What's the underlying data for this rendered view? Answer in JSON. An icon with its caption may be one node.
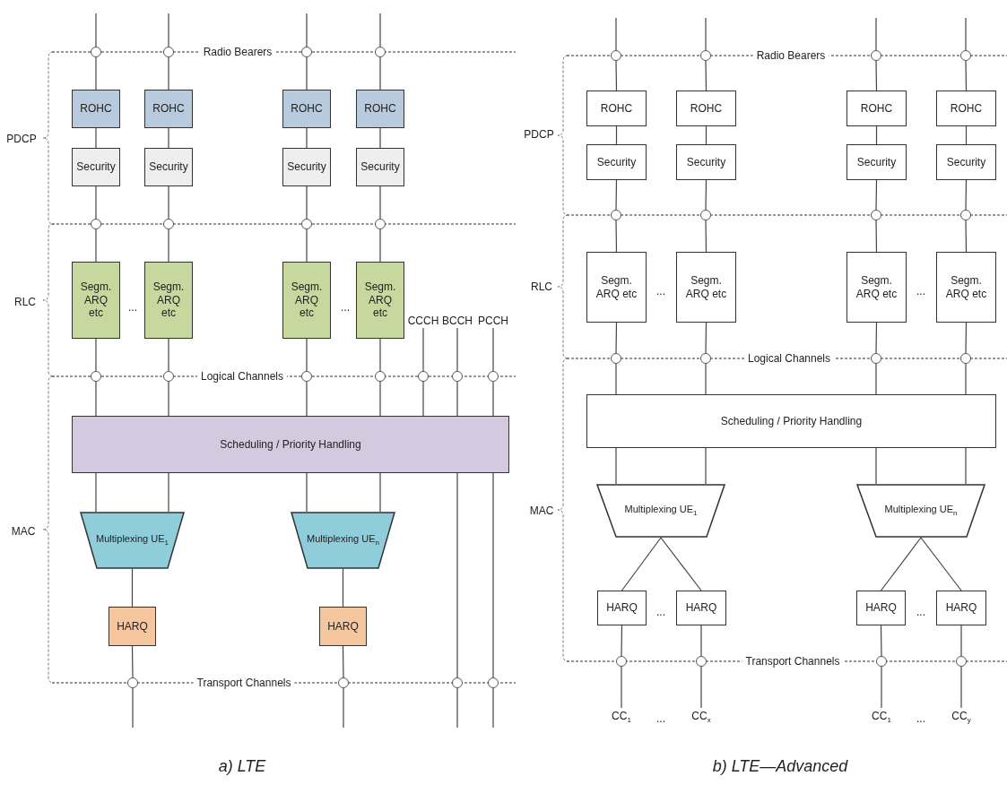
{
  "diagram": {
    "nodes": [
      {
        "text": [],
        "shape": "circle"
      },
      {
        "text": [],
        "shape": "circle"
      },
      {
        "text": [],
        "shape": "circle"
      },
      {
        "text": [],
        "shape": "circle"
      },
      {
        "text": [
          "ROHC"
        ]
      },
      {
        "text": [
          "ROHC"
        ]
      },
      {
        "text": [
          "ROHC"
        ]
      },
      {
        "text": [
          "ROHC"
        ]
      },
      {
        "text": [
          "Security"
        ]
      },
      {
        "text": [
          "Security"
        ]
      },
      {
        "text": [
          "Security"
        ]
      },
      {
        "text": [
          "Security"
        ]
      },
      {
        "text": [],
        "shape": "circle"
      },
      {
        "text": [],
        "shape": "circle"
      },
      {
        "text": [],
        "shape": "circle"
      },
      {
        "text": [],
        "shape": "circle"
      },
      {
        "text": [
          "Segm. ARQ etc"
        ]
      },
      {
        "text": [
          "Segm. ARQ etc"
        ]
      },
      {
        "text": [
          "Segm. ARQ etc"
        ]
      },
      {
        "text": [
          "Segm. ARQ etc"
        ]
      },
      {
        "text": [
          "CCCH"
        ]
      },
      {
        "text": [
          "BCCH"
        ]
      },
      {
        "text": [
          "PCCH"
        ]
      },
      {
        "text": [],
        "shape": "circle"
      },
      {
        "text": [],
        "shape": "circle"
      },
      {
        "text": [],
        "shape": "circle"
      },
      {
        "text": [],
        "shape": "circle"
      },
      {
        "text": [],
        "shape": "circle"
      },
      {
        "text": [],
        "shape": "circle"
      },
      {
        "text": [],
        "shape": "circle"
      },
      {
        "text": [
          "Scheduling / Priority Handling"
        ]
      },
      {
        "text": [
          "Multiplexing UE$_{1}$"
        ]
      },
      {
        "text": [
          "Multiplexing UE$_{n}$"
        ]
      },
      {
        "text": [
          "HARQ"
        ]
      },
      {
        "text": [
          "HARQ"
        ]
      },
      {
        "text": [],
        "shape": "circle"
      },
      {
        "text": [],
        "shape": "circle"
      },
      {
        "text": [],
        "shape": "circle"
      },
      {
        "text": [],
        "shape": "circle"
      },
      {
        "text": [],
        "shape": "circle"
      },
      {
        "text": [],
        "shape": "circle"
      },
      {
        "text": [],
        "shape": "circle"
      },
      {
        "text": [],
        "shape": "circle"
      },
      {
        "text": [
          "ROHC"
        ]
      },
      {
        "text": [
          "ROHC"
        ]
      },
      {
        "text": [
          "ROHC"
        ]
      },
      {
        "text": [
          "ROHC"
        ]
      },
      {
        "text": [
          "Security"
        ]
      },
      {
        "text": [
          "Security"
        ]
      },
      {
        "text": [
          "Security"
        ]
      },
      {
        "text": [
          "Security"
        ]
      },
      {
        "text": [],
        "shape": "circle"
      },
      {
        "text": [],
        "shape": "circle"
      },
      {
        "text": [],
        "shape": "circle"
      },
      {
        "text": [],
        "shape": "circle"
      },
      {
        "text": [
          "Segm. ARQ etc"
        ]
      },
      {
        "text": [
          "Segm. ARQ etc"
        ]
      },
      {
        "text": [
          "Segm. ARQ etc"
        ]
      },
      {
        "text": [
          "Segm. ARQ etc"
        ]
      },
      {
        "text": [],
        "shape": "circle"
      },
      {
        "text": [],
        "shape": "circle"
      },
      {
        "text": [],
        "shape": "circle"
      },
      {
        "text": [],
        "shape": "circle"
      },
      {
        "text": [
          "Scheduling / Priority Handling"
        ]
      },
      {
        "text": [
          "Multiplexing UE$_{1}$"
        ]
      },
      {
        "text": [
          "Multiplexing UE$_{n}$"
        ]
      },
      {
        "text": [
          "HARQ"
        ]
      },
      {
        "text": [
          "HARQ"
        ]
      },
      {
        "text": [
          "HARQ"
        ]
      },
      {
        "text": [
          "HARQ"
        ]
      },
      {
        "text": [],
        "shape": "circle"
      },
      {
        "text": [],
        "shape": "circle"
      },
      {
        "text": [],
        "shape": "circle"
      },
      {
        "text": [],
        "shape": "circle"
      },
      {
        "text": [
          "CC$_{1}$"
        ]
      },
      {
        "text": [
          "CC$_{x}$"
        ]
      },
      {
        "text": [
          "CC$_{1}$"
        ]
      },
      {
        "text": [
          "CC$_{y}$"
        ]
      }
    ],
    "edges": [
      {
        "from": null,
        "to": 0,
        "arrow": "none"
      },
      {
        "from": 0,
        "to": 4,
        "arrow": "none"
      },
      {
        "from": 4,
        "to": 8,
        "arrow": "none"
      },
      {
        "from": 8,
        "to": 12,
        "arrow": "none"
      },
      {
        "from": 12,
        "to": 16,
        "arrow": "none"
      },
      {
        "from": 16,
        "to": 23,
        "arrow": "none"
      },
      {
        "from": 23,
        "to": 30,
        "arrow": "none"
      },
      {
        "from": null,
        "to": 1,
        "arrow": "none"
      },
      {
        "from": 1,
        "to": 5,
        "arrow": "none"
      },
      {
        "from": 5,
        "to": 9,
        "arrow": "none"
      },
      {
        "from": 9,
        "to": 13,
        "arrow": "none"
      },
      {
        "from": 13,
        "to": 17,
        "arrow": "none"
      },
      {
        "from": 17,
        "to": 24,
        "arrow": "none"
      },
      {
        "from": 24,
        "to": 30,
        "arrow": "none"
      },
      {
        "from": null,
        "to": 2,
        "arrow": "none"
      },
      {
        "from": 2,
        "to": 6,
        "arrow": "none"
      },
      {
        "from": 6,
        "to": 10,
        "arrow": "none"
      },
      {
        "from": 10,
        "to": 14,
        "arrow": "none"
      },
      {
        "from": 14,
        "to": 18,
        "arrow": "none"
      },
      {
        "from": 18,
        "to": 25,
        "arrow": "none"
      },
      {
        "from": 25,
        "to": 30,
        "arrow": "none"
      },
      {
        "from": null,
        "to": 3,
        "arrow": "none"
      },
      {
        "from": 3,
        "to": 7,
        "arrow": "none"
      },
      {
        "from": 7,
        "to": 11,
        "arrow": "none"
      },
      {
        "from": 11,
        "to": 15,
        "arrow": "none"
      },
      {
        "from": 15,
        "to": 19,
        "arrow": "none"
      },
      {
        "from": 19,
        "to": 26,
        "arrow": "none"
      },
      {
        "from": 26,
        "to": 30,
        "arrow": "none"
      },
      {
        "from": 20,
        "to": 27,
        "arrow": "none"
      },
      {
        "from": 21,
        "to": 28,
        "arrow": "none"
      },
      {
        "from": 22,
        "to": 29,
        "arrow": "none"
      },
      {
        "from": 27,
        "to": 30,
        "arrow": "none"
      },
      {
        "from": 28,
        "to": 30,
        "arrow": "none"
      },
      {
        "from": 29,
        "to": 30,
        "arrow": "none"
      },
      {
        "from": 30,
        "to": 31,
        "arrow": "none"
      },
      {
        "from": 30,
        "to": 31,
        "arrow": "none"
      },
      {
        "from": 30,
        "to": 32,
        "arrow": "none"
      },
      {
        "from": 30,
        "to": 32,
        "arrow": "none"
      },
      {
        "from": 31,
        "to": 33,
        "arrow": "none"
      },
      {
        "from": 32,
        "to": 34,
        "arrow": "none"
      },
      {
        "from": 33,
        "to": 35,
        "arrow": "none"
      },
      {
        "from": 34,
        "to": 36,
        "arrow": "none"
      },
      {
        "from": 30,
        "to": 37,
        "arrow": "none"
      },
      {
        "from": 30,
        "to": 38,
        "arrow": "none"
      },
      {
        "from": 35,
        "to": null,
        "arrow": "none"
      },
      {
        "from": 36,
        "to": null,
        "arrow": "none"
      },
      {
        "from": 37,
        "to": null,
        "arrow": "none"
      },
      {
        "from": 38,
        "to": null,
        "arrow": "none"
      },
      {
        "from": null,
        "to": 39,
        "arrow": "none"
      },
      {
        "from": 39,
        "to": 43,
        "arrow": "none"
      },
      {
        "from": 43,
        "to": 47,
        "arrow": "none"
      },
      {
        "from": 47,
        "to": 51,
        "arrow": "none"
      },
      {
        "from": 51,
        "to": 55,
        "arrow": "none"
      },
      {
        "from": 55,
        "to": 59,
        "arrow": "none"
      },
      {
        "from": 59,
        "to": 63,
        "arrow": "none"
      },
      {
        "from": null,
        "to": 40,
        "arrow": "none"
      },
      {
        "from": 40,
        "to": 44,
        "arrow": "none"
      },
      {
        "from": 44,
        "to": 48,
        "arrow": "none"
      },
      {
        "from": 48,
        "to": 52,
        "arrow": "none"
      },
      {
        "from": 52,
        "to": 56,
        "arrow": "none"
      },
      {
        "from": 56,
        "to": 60,
        "arrow": "none"
      },
      {
        "from": 60,
        "to": 63,
        "arrow": "none"
      },
      {
        "from": null,
        "to": 41,
        "arrow": "none"
      },
      {
        "from": 41,
        "to": 45,
        "arrow": "none"
      },
      {
        "from": 45,
        "to": 49,
        "arrow": "none"
      },
      {
        "from": 49,
        "to": 53,
        "arrow": "none"
      },
      {
        "from": 53,
        "to": 57,
        "arrow": "none"
      },
      {
        "from": 57,
        "to": 61,
        "arrow": "none"
      },
      {
        "from": 61,
        "to": 63,
        "arrow": "none"
      },
      {
        "from": null,
        "to": 42,
        "arrow": "none"
      },
      {
        "from": 42,
        "to": 46,
        "arrow": "none"
      },
      {
        "from": 46,
        "to": 50,
        "arrow": "none"
      },
      {
        "from": 50,
        "to": 54,
        "arrow": "none"
      },
      {
        "from": 54,
        "to": 58,
        "arrow": "none"
      },
      {
        "from": 58,
        "to": 62,
        "arrow": "none"
      },
      {
        "from": 62,
        "to": 63,
        "arrow": "none"
      },
      {
        "from": 63,
        "to": 64,
        "arrow": "none"
      },
      {
        "from": 63,
        "to": 64,
        "arrow": "none"
      },
      {
        "from": 63,
        "to": 65,
        "arrow": "none"
      },
      {
        "from": 63,
        "to": 65,
        "arrow": "none"
      },
      {
        "from": 64,
        "to": 66,
        "arrow": "none"
      },
      {
        "from": 64,
        "to": 67,
        "arrow": "none"
      },
      {
        "from": 65,
        "to": 68,
        "arrow": "none"
      },
      {
        "from": 65,
        "to": 69,
        "arrow": "none"
      },
      {
        "from": 66,
        "to": 70,
        "arrow": "none"
      },
      {
        "from": 67,
        "to": 71,
        "arrow": "none"
      },
      {
        "from": 68,
        "to": 72,
        "arrow": "none"
      },
      {
        "from": 69,
        "to": 73,
        "arrow": "none"
      },
      {
        "from": 70,
        "to": 74,
        "arrow": "none"
      },
      {
        "from": 71,
        "to": 75,
        "arrow": "none"
      },
      {
        "from": 72,
        "to": 76,
        "arrow": "none"
      },
      {
        "from": 73,
        "to": 77,
        "arrow": "none"
      }
    ],
    "labels": [
      "Radio Bearers",
      "PDCP",
      "RLC",
      "...",
      "...",
      "Logical Channels",
      "MAC",
      "Transport Channels",
      "Radio Bearers",
      "PDCP",
      "RLC",
      "...",
      "...",
      "Logical Channels",
      "MAC",
      "...",
      "...",
      "Transport Channels",
      "...",
      "...",
      "a) LTE",
      "b) LTE—Advanced"
    ]
  }
}
